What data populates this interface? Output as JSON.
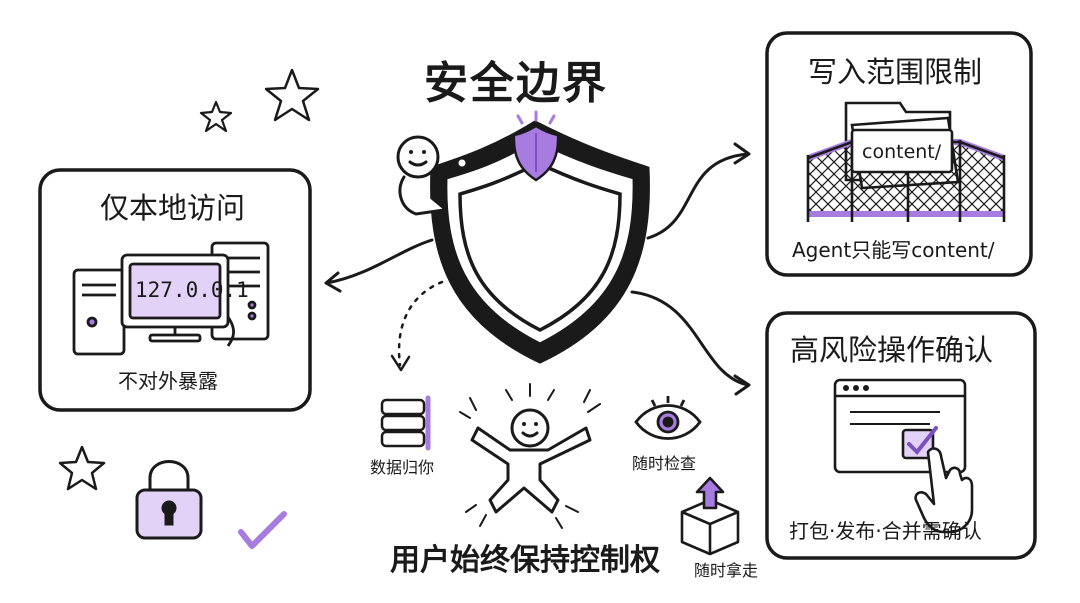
{
  "title": "安全边界",
  "cards": {
    "local_access": {
      "heading": "仅本地访问",
      "ip": "127.0.0.1",
      "caption": "不对外暴露"
    },
    "write_scope": {
      "heading": "写入范围限制",
      "folder_label": "content/",
      "caption": "Agent只能写content/"
    },
    "risk_confirm": {
      "heading": "高风险操作确认",
      "caption": "打包·发布·合并需确认"
    }
  },
  "user_control": {
    "data_label": "数据归你",
    "inspect_label": "随时检查",
    "takeaway_label": "随时拿走",
    "headline": "用户始终保持控制权"
  },
  "colors": {
    "accent": "#a77be0",
    "accent_light": "#e3d2f8",
    "ink": "#1a1a1a"
  }
}
